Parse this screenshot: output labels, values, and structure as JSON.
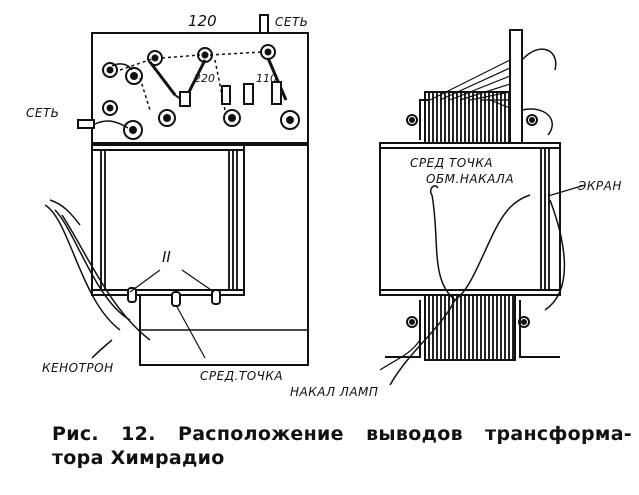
{
  "figure": {
    "labels": {
      "top_120": "120",
      "set_top": "СЕТЬ",
      "set_left": "СЕТЬ",
      "tap_220": "220",
      "tap_110": "110",
      "roman_II": "II",
      "kenotron": "КЕНОТРОН",
      "sred_tochka_left": "СРЕД.ТОЧКА",
      "nakal_lamp": "НАКАЛ ЛАМП",
      "sred_tochka_right_l1": "СРЕД ТОЧКА",
      "sred_tochka_right_l2": "ОБМ.НАКАЛА",
      "ekran": "ЭКРАН"
    }
  },
  "caption": {
    "line1": "Рис. 12. Расположение выводов трансформа-",
    "line2": "тора Химрадио"
  }
}
